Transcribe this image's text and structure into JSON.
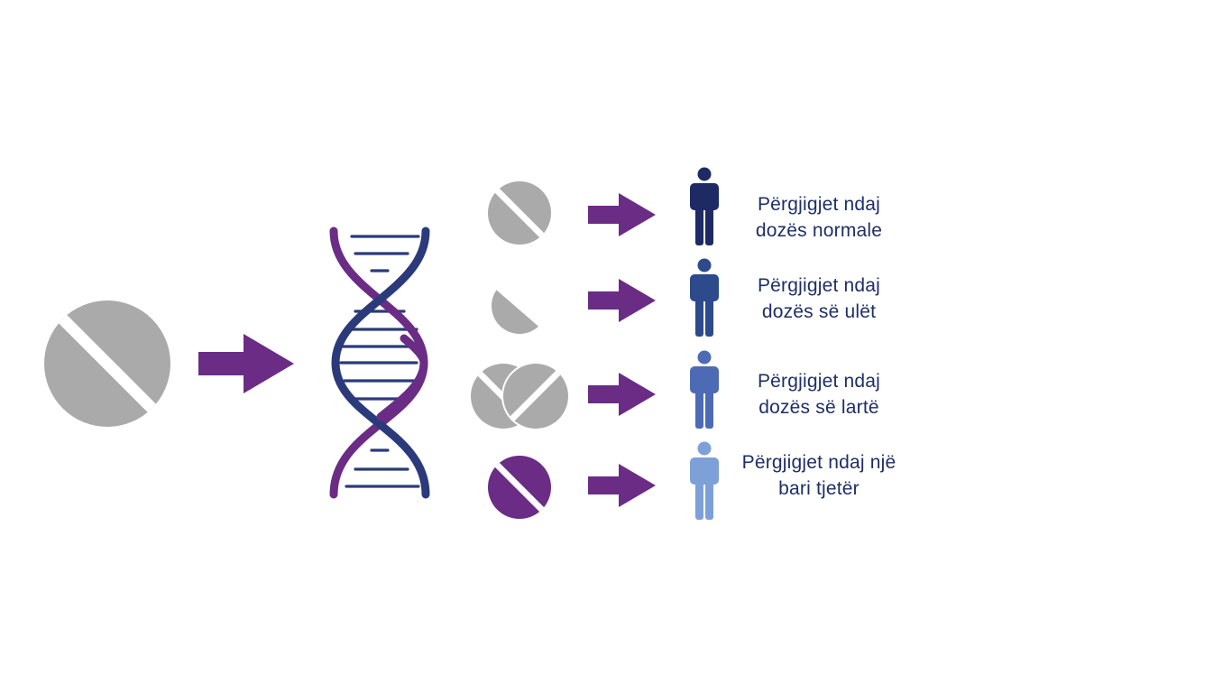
{
  "colors": {
    "pill_gray": "#aaaaaa",
    "pill_purple": "#6a2c85",
    "arrow": "#6a2c85",
    "dna_strand_navy": "#2b3a7a",
    "dna_strand_purple": "#6a2c85",
    "dna_rungs": "#2b3a7a",
    "text": "#1e2f66"
  },
  "rows": [
    {
      "pill": "whole-gray-pill-icon",
      "person_color": "#1e2a64",
      "label_lines": [
        "Përgjigjet ndaj",
        "dozës normale"
      ]
    },
    {
      "pill": "half-gray-pill-icon",
      "person_color": "#2c4a8c",
      "label_lines": [
        "Përgjigjet ndaj",
        "dozës së ulët"
      ]
    },
    {
      "pill": "double-gray-pill-icon",
      "person_color": "#4d6bb5",
      "label_lines": [
        "Përgjigjet ndaj",
        "dozës së lartë"
      ]
    },
    {
      "pill": "purple-pill-icon",
      "person_color": "#7ea0d8",
      "label_lines": [
        "Përgjigjet ndaj një",
        "bari tjetër"
      ]
    }
  ]
}
